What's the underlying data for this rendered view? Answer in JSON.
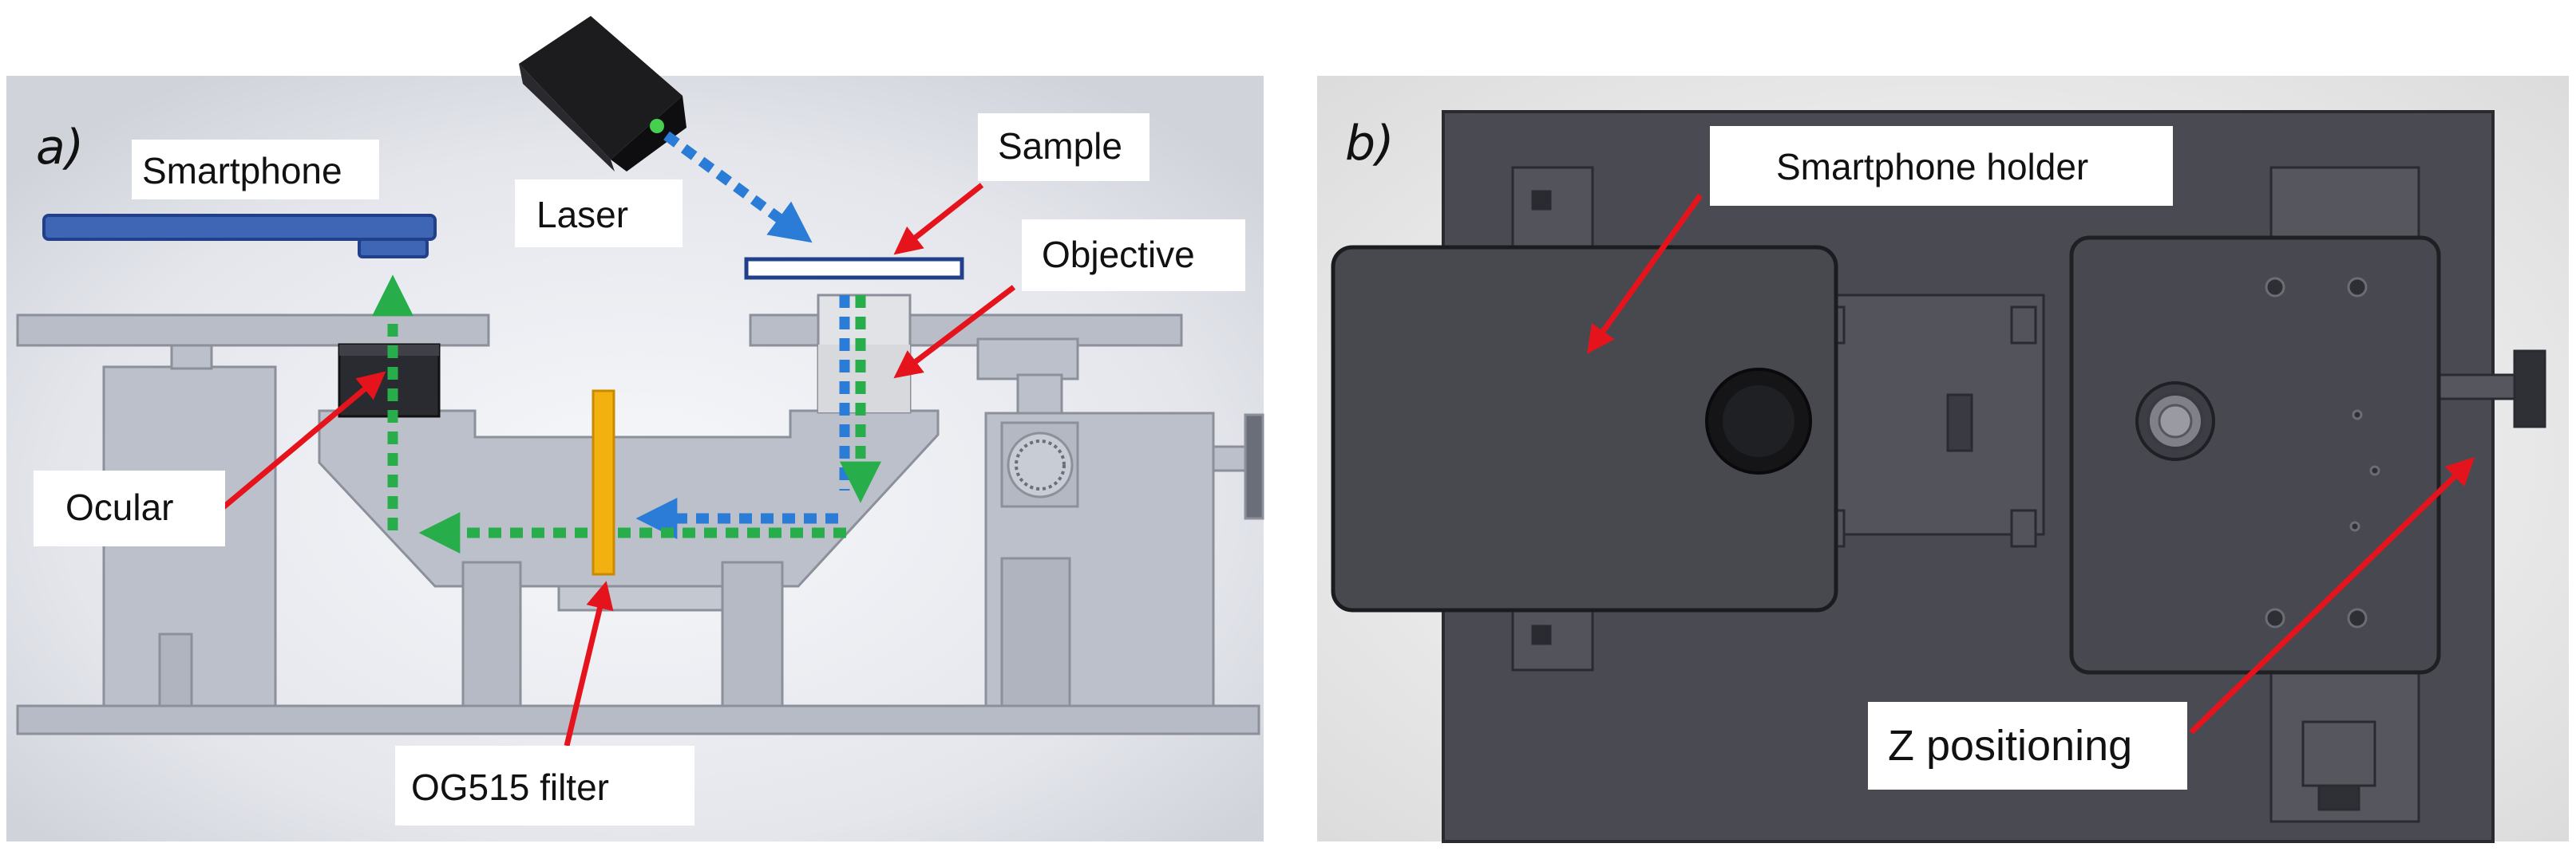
{
  "panel_a": {
    "panel_label": "a)",
    "labels": {
      "smartphone": "Smartphone",
      "laser": "Laser",
      "sample": "Sample",
      "objective": "Objective",
      "ocular": "Ocular",
      "filter": "OG515 filter"
    }
  },
  "panel_b": {
    "panel_label": "b)",
    "labels": {
      "holder": "Smartphone holder",
      "z_positioning": "Z positioning"
    }
  },
  "colors": {
    "background_a": "#e6e8ee",
    "background_b": "#ececec",
    "part_light": "#b9bdc7",
    "part_dark_plate": "#4a4b52",
    "smartphone": "#3f65b5",
    "laser_beam": "#2b7cd6",
    "fluorescence_beam": "#27ae4a",
    "filter": "#f2b10e",
    "arrow": "#e5141c"
  }
}
